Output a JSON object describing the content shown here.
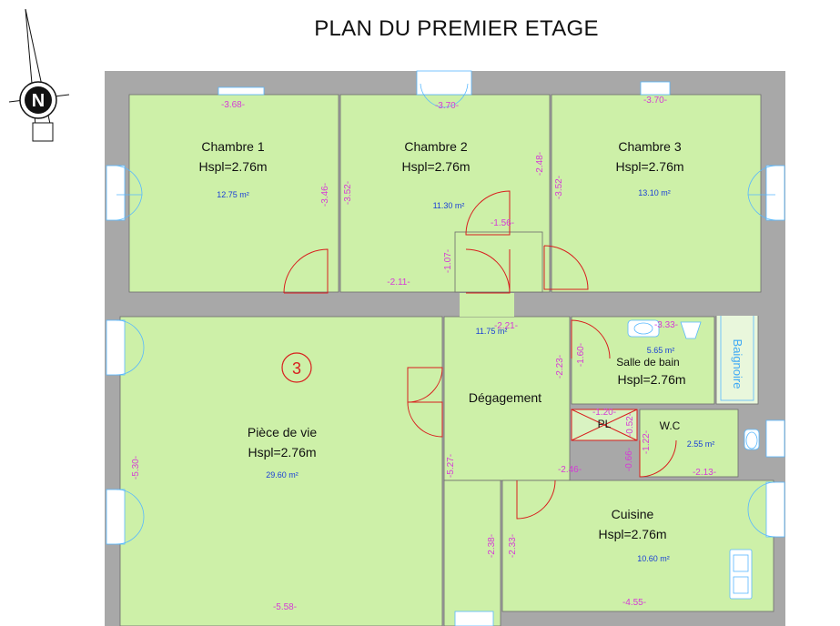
{
  "title": "PLAN DU PREMIER ETAGE",
  "compass": {
    "label": "N",
    "icon": "north-arrow-icon"
  },
  "room_number": "3",
  "rooms": {
    "chambre1": {
      "name": "Chambre 1",
      "height": "Hspl=2.76m",
      "area": "12.75 m²"
    },
    "chambre2": {
      "name": "Chambre 2",
      "height": "Hspl=2.76m",
      "area": "11.30 m²"
    },
    "chambre3": {
      "name": "Chambre 3",
      "height": "Hspl=2.76m",
      "area": "13.10 m²"
    },
    "piece_de_vie": {
      "name": "Pièce de vie",
      "height": "Hspl=2.76m",
      "area": "29.60 m²"
    },
    "degagement": {
      "name": "Dégagement",
      "area": "11.75 m²"
    },
    "salle_de_bain": {
      "name": "Salle de bain",
      "height": "Hspl=2.76m",
      "area": "5.65 m²",
      "fixture": "Baignoire"
    },
    "placard": {
      "name": "PL"
    },
    "wc": {
      "name": "W.C",
      "area": "2.55 m²"
    },
    "cuisine": {
      "name": "Cuisine",
      "height": "Hspl=2.76m",
      "area": "10.60 m²"
    }
  },
  "dimensions": {
    "c1_top": "-3.68-",
    "c2_top": "-3.70-",
    "c3_top": "-3.70-",
    "c1_right": "-3.46-",
    "c2_left": "-3.52-",
    "c2_right": "-2.48-",
    "c3_left": "-3.52-",
    "c2_bottom": "-2.11-",
    "closet_v": "-1.07-",
    "closet_w": "-1.56-",
    "deg_top": "-2.21-",
    "bath_top": "-3.33-",
    "bath_v": "-1.60-",
    "deg_v": "-2.23-",
    "pl_top": "-1.20-",
    "pl_v": "-0.52-",
    "wc_v": "-1.22-",
    "pl_v2": "-0.66-",
    "wc_bottom": "-2.13-",
    "cuisine_top": "-2.46-",
    "pv_left": "-5.30-",
    "pv_right": "-5.27-",
    "pv_bottom": "-5.58-",
    "cuisine_left": "-2.38-",
    "cuisine_left2": "-2.33-",
    "cuisine_bottom": "-4.55-"
  }
}
